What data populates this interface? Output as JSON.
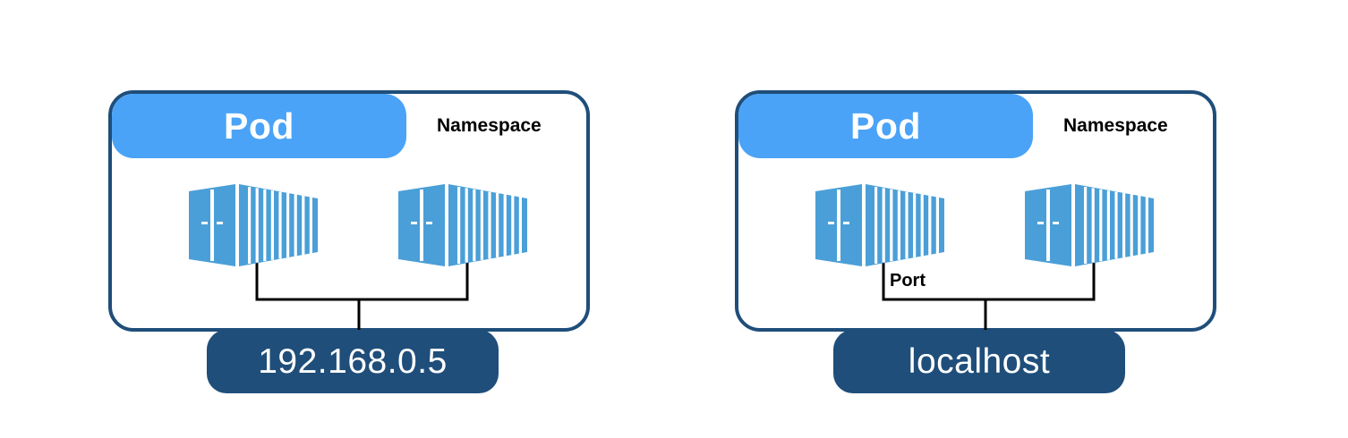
{
  "colors": {
    "pod_header": "#4aa3f7",
    "namespace_border": "#1f4e7a",
    "address_pill": "#1f4e7a",
    "container": "#4a9fd8",
    "wire": "#000000"
  },
  "diagrams": [
    {
      "pod_label": "Pod",
      "namespace_label": "Namespace",
      "address_label": "192.168.0.5",
      "port_label": "",
      "containers": [
        {
          "icon": "shipping-container-icon"
        },
        {
          "icon": "shipping-container-icon"
        }
      ]
    },
    {
      "pod_label": "Pod",
      "namespace_label": "Namespace",
      "address_label": "localhost",
      "port_label": "Port",
      "containers": [
        {
          "icon": "shipping-container-icon"
        },
        {
          "icon": "shipping-container-icon"
        }
      ]
    }
  ]
}
